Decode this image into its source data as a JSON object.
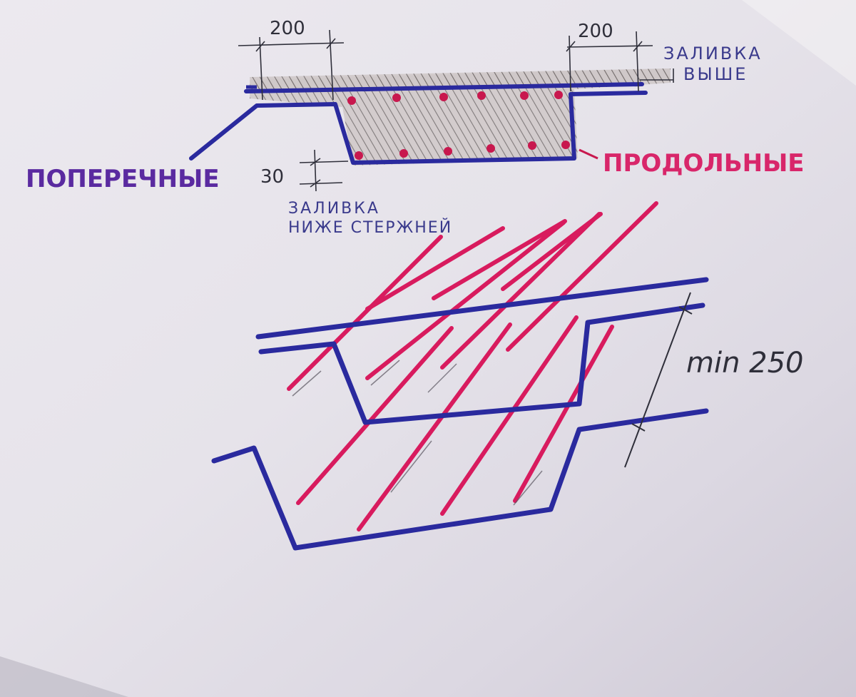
{
  "section": {
    "dim_left": "200",
    "dim_right": "200",
    "dim_bottom": "30",
    "note_top_line1": "ЗАЛИВКА",
    "note_top_line2": "ВЫШЕ",
    "note_bottom_line1": "ЗАЛИВКА",
    "note_bottom_line2": "НИЖЕ СТЕРЖНЕЙ",
    "label_transverse": "ПОПЕРЕЧНЫЕ",
    "label_longitudinal": "ПРОДОЛЬНЫЕ"
  },
  "perspective": {
    "dim_spacing": "min 250"
  },
  "colors": {
    "transverse_rebar": "#2a2a9e",
    "longitudinal_rebar": "#d81b5e",
    "concrete_hatch": "#7a7272",
    "pencil": "#2f2f3a"
  }
}
